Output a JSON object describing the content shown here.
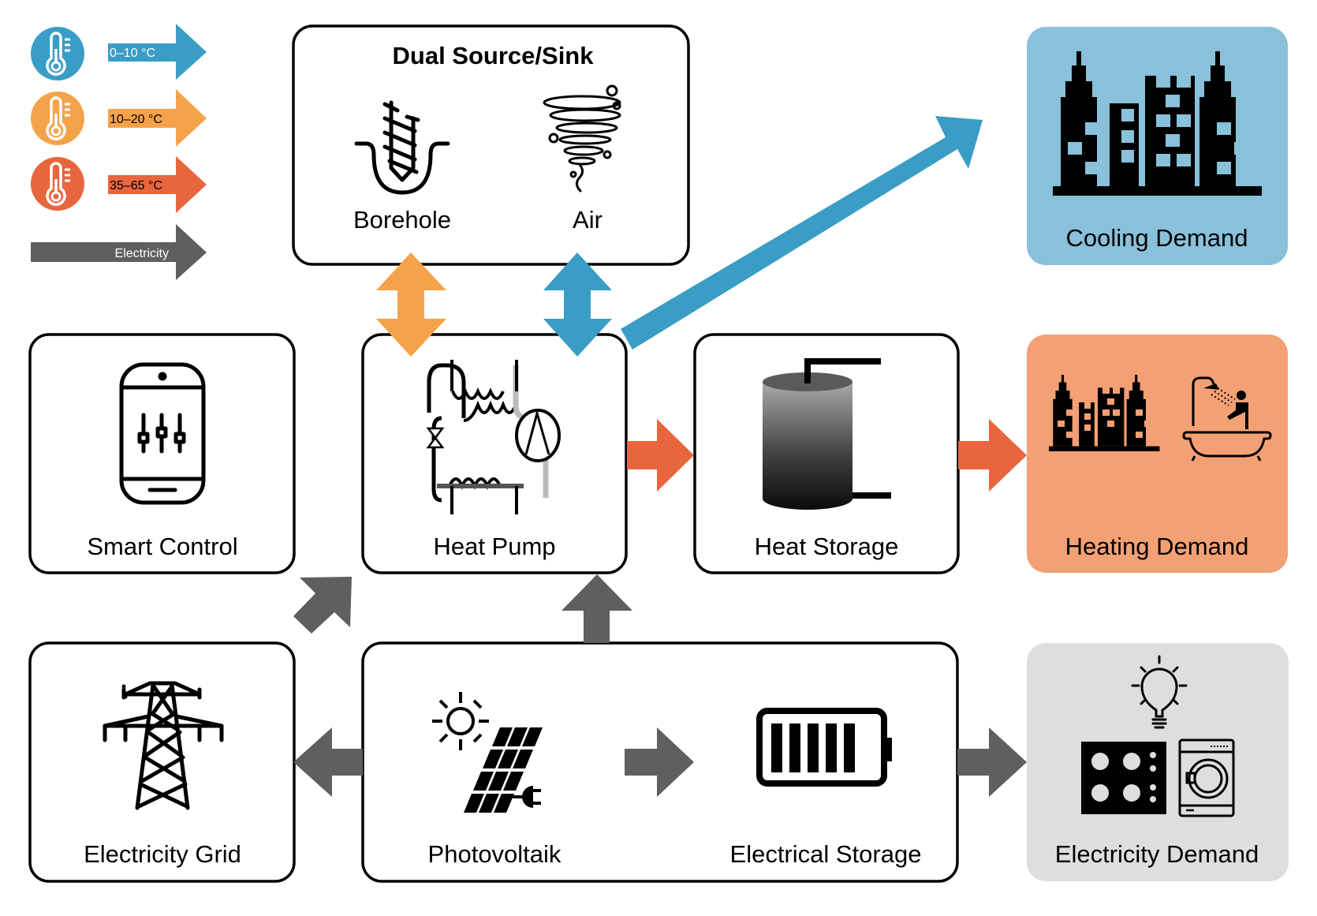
{
  "colors": {
    "cold": "#3a9dc5",
    "medium": "#f5a34b",
    "hot": "#e8663d",
    "electricity": "#5f5f5f",
    "cooling_bg": "#89c0da",
    "heating_bg": "#f4a075",
    "electricity_bg": "#dedede"
  },
  "legend": {
    "items": [
      {
        "label": "0–10 °C",
        "icon": "thermometer-icon",
        "color_key": "cold"
      },
      {
        "label": "10–20 °C",
        "icon": "thermometer-icon",
        "color_key": "medium"
      },
      {
        "label": "35–65 °C",
        "icon": "thermometer-icon",
        "color_key": "hot"
      },
      {
        "label": "Electricity",
        "icon": "none",
        "color_key": "electricity"
      }
    ]
  },
  "nodes": {
    "dual_source": {
      "title": "Dual Source/Sink",
      "borehole": "Borehole",
      "air": "Air"
    },
    "smart_control": {
      "label": "Smart Control"
    },
    "heat_pump": {
      "label": "Heat Pump"
    },
    "heat_storage": {
      "label": "Heat Storage"
    },
    "cooling_demand": {
      "label": "Cooling Demand"
    },
    "heating_demand": {
      "label": "Heating Demand"
    },
    "electricity_grid": {
      "label": "Electricity Grid"
    },
    "pv_system": {
      "photovoltaic": "Photovoltaik",
      "electrical_storage": "Electrical Storage"
    },
    "electricity_demand": {
      "label": "Electricity Demand"
    }
  },
  "flows": [
    {
      "from": "Borehole",
      "to": "Heat Pump",
      "type": "10–20 °C",
      "direction": "bidirectional"
    },
    {
      "from": "Air",
      "to": "Heat Pump",
      "type": "0–10 °C",
      "direction": "bidirectional"
    },
    {
      "from": "Heat Pump",
      "to": "Cooling Demand",
      "type": "0–10 °C"
    },
    {
      "from": "Heat Pump",
      "to": "Heat Storage",
      "type": "35–65 °C"
    },
    {
      "from": "Heat Storage",
      "to": "Heating Demand",
      "type": "35–65 °C"
    },
    {
      "from": "Electricity Grid",
      "to": "Heat Pump",
      "type": "Electricity"
    },
    {
      "from": "Photovoltaik",
      "to": "Heat Pump",
      "type": "Electricity"
    },
    {
      "from": "Photovoltaik",
      "to": "Electricity Grid",
      "type": "Electricity"
    },
    {
      "from": "Photovoltaik",
      "to": "Electrical Storage",
      "type": "Electricity"
    },
    {
      "from": "Electrical Storage",
      "to": "Electricity Demand",
      "type": "Electricity"
    }
  ]
}
